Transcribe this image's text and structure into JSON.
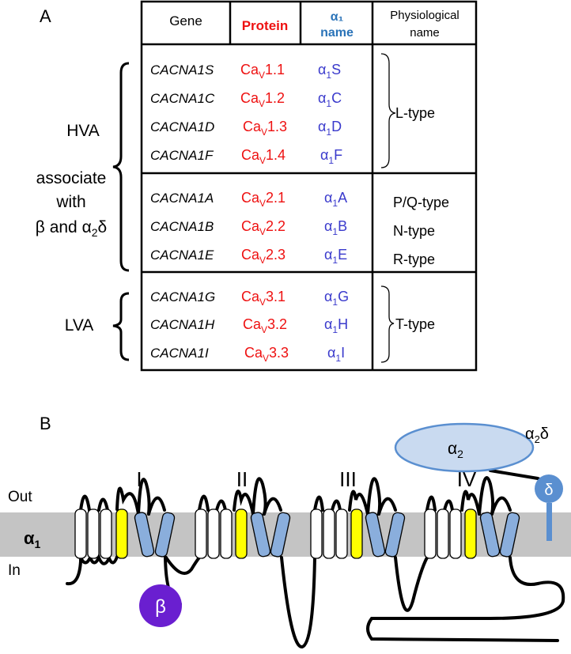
{
  "panel_a": {
    "label": "A",
    "headers": {
      "gene": "Gene",
      "protein": "Protein",
      "alpha_name_1": "α₁",
      "alpha_name_2": "name",
      "physio_1": "Physiological",
      "physio_2": "name"
    },
    "rows": [
      {
        "gene": "CACNA1S",
        "protein_base": "Ca",
        "protein_sub": "V",
        "protein_num": "1.1",
        "alpha_base": "α",
        "alpha_sub": "1",
        "alpha_letter": "S"
      },
      {
        "gene": "CACNA1C",
        "protein_base": "Ca",
        "protein_sub": "V",
        "protein_num": "1.2",
        "alpha_base": "α",
        "alpha_sub": "1",
        "alpha_letter": "C"
      },
      {
        "gene": "CACNA1D",
        "protein_base": "Ca",
        "protein_sub": "V",
        "protein_num": "1.3",
        "alpha_base": "α",
        "alpha_sub": "1",
        "alpha_letter": "D"
      },
      {
        "gene": "CACNA1F",
        "protein_base": "Ca",
        "protein_sub": "V",
        "protein_num": "1.4",
        "alpha_base": "α",
        "alpha_sub": "1",
        "alpha_letter": "F"
      },
      {
        "gene": "CACNA1A",
        "protein_base": "Ca",
        "protein_sub": "V",
        "protein_num": "2.1",
        "alpha_base": "α",
        "alpha_sub": "1",
        "alpha_letter": "A"
      },
      {
        "gene": "CACNA1B",
        "protein_base": "Ca",
        "protein_sub": "V",
        "protein_num": "2.2",
        "alpha_base": "α",
        "alpha_sub": "1",
        "alpha_letter": "B"
      },
      {
        "gene": "CACNA1E",
        "protein_base": "Ca",
        "protein_sub": "V",
        "protein_num": "2.3",
        "alpha_base": "α",
        "alpha_sub": "1",
        "alpha_letter": "E"
      },
      {
        "gene": "CACNA1G",
        "protein_base": "Ca",
        "protein_sub": "V",
        "protein_num": "3.1",
        "alpha_base": "α",
        "alpha_sub": "1",
        "alpha_letter": "G"
      },
      {
        "gene": "CACNA1H",
        "protein_base": "Ca",
        "protein_sub": "V",
        "protein_num": "3.2",
        "alpha_base": "α",
        "alpha_sub": "1",
        "alpha_letter": "H"
      },
      {
        "gene": "CACNA1I",
        "protein_base": "Ca",
        "protein_sub": "V",
        "protein_num": "3.3",
        "alpha_base": "α",
        "alpha_sub": "1",
        "alpha_letter": "I"
      }
    ],
    "physio": {
      "l_type": "L-type",
      "pq_type": "P/Q-type",
      "n_type": "N-type",
      "r_type": "R-type",
      "t_type": "T-type"
    },
    "left_labels": {
      "hva": "HVA",
      "assoc_1": "associate",
      "assoc_2": "with",
      "assoc_3a": "β and α",
      "assoc_3sub": "2",
      "assoc_3b": "δ",
      "lva": "LVA"
    }
  },
  "panel_b": {
    "label": "B",
    "out": "Out",
    "in": "In",
    "alpha1_base": "α",
    "alpha1_sub": "1",
    "domains": [
      "I",
      "II",
      "III",
      "IV"
    ],
    "beta": "β",
    "alpha2_base": "α",
    "alpha2_sub": "2",
    "a2d_base": "α",
    "a2d_sub": "2",
    "a2d_delta": "δ",
    "delta": "δ"
  },
  "colors": {
    "red": "#ee1111",
    "blue_text": "#3a3acc",
    "header_blue": "#2a73b8",
    "helix_blue": "#8aaedc",
    "helix_yellow": "#ffff00",
    "membrane": "#c4c4c4",
    "beta_purple": "#6a1fd0",
    "alpha2_fill": "#c9daf0",
    "delta_fill": "#5a8fd0"
  }
}
